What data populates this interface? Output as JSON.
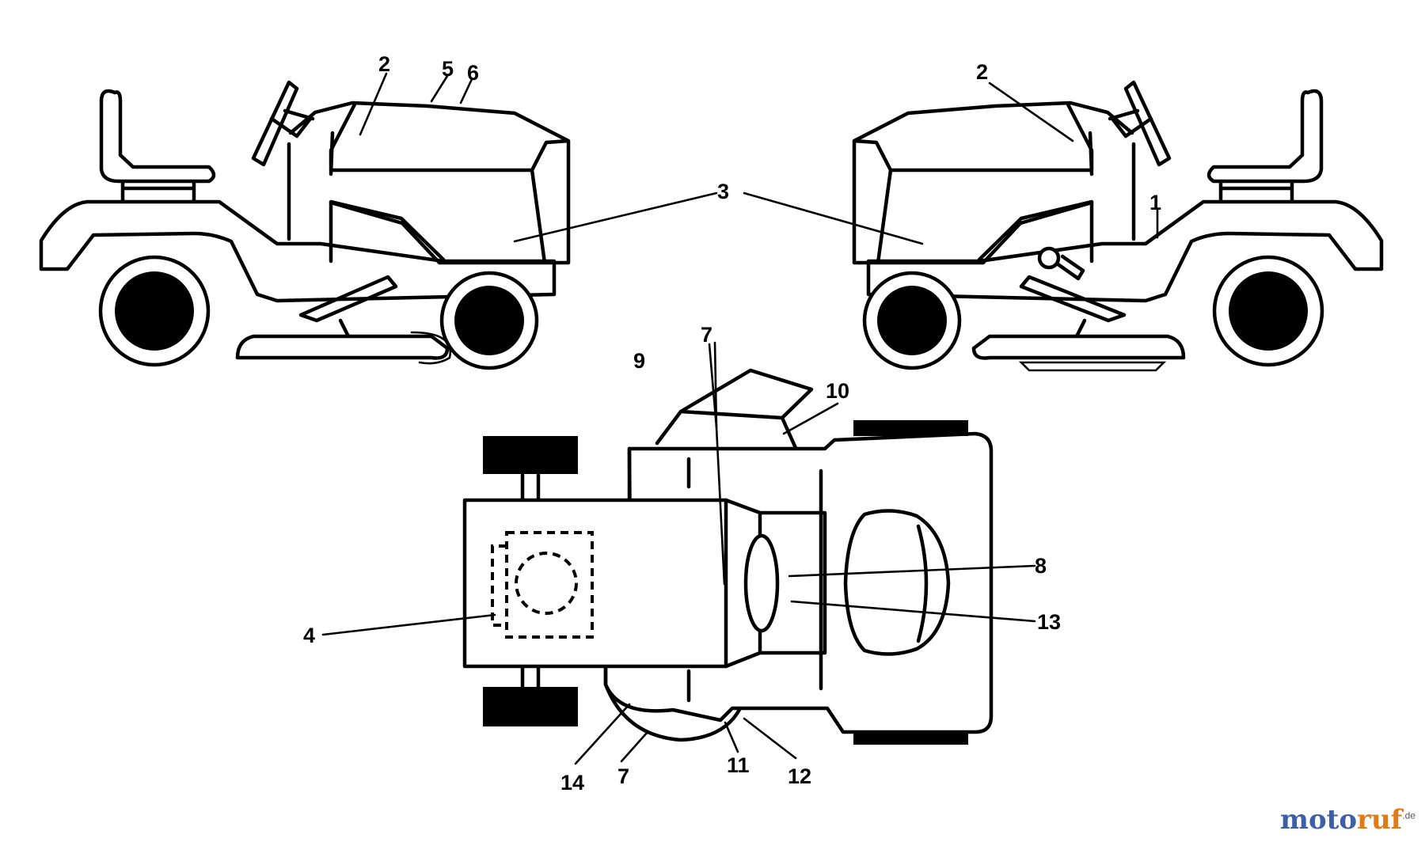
{
  "labels": [
    "1",
    "2",
    "3",
    "4",
    "5",
    "6",
    "7",
    "8",
    "9",
    "10",
    "11",
    "12",
    "13",
    "14"
  ],
  "watermark": {
    "part1": "moto",
    "part2": "ruf",
    "suffix": ".de",
    "colors": {
      "part1": "#3c5fa6",
      "part2": "#e07b1a"
    }
  }
}
